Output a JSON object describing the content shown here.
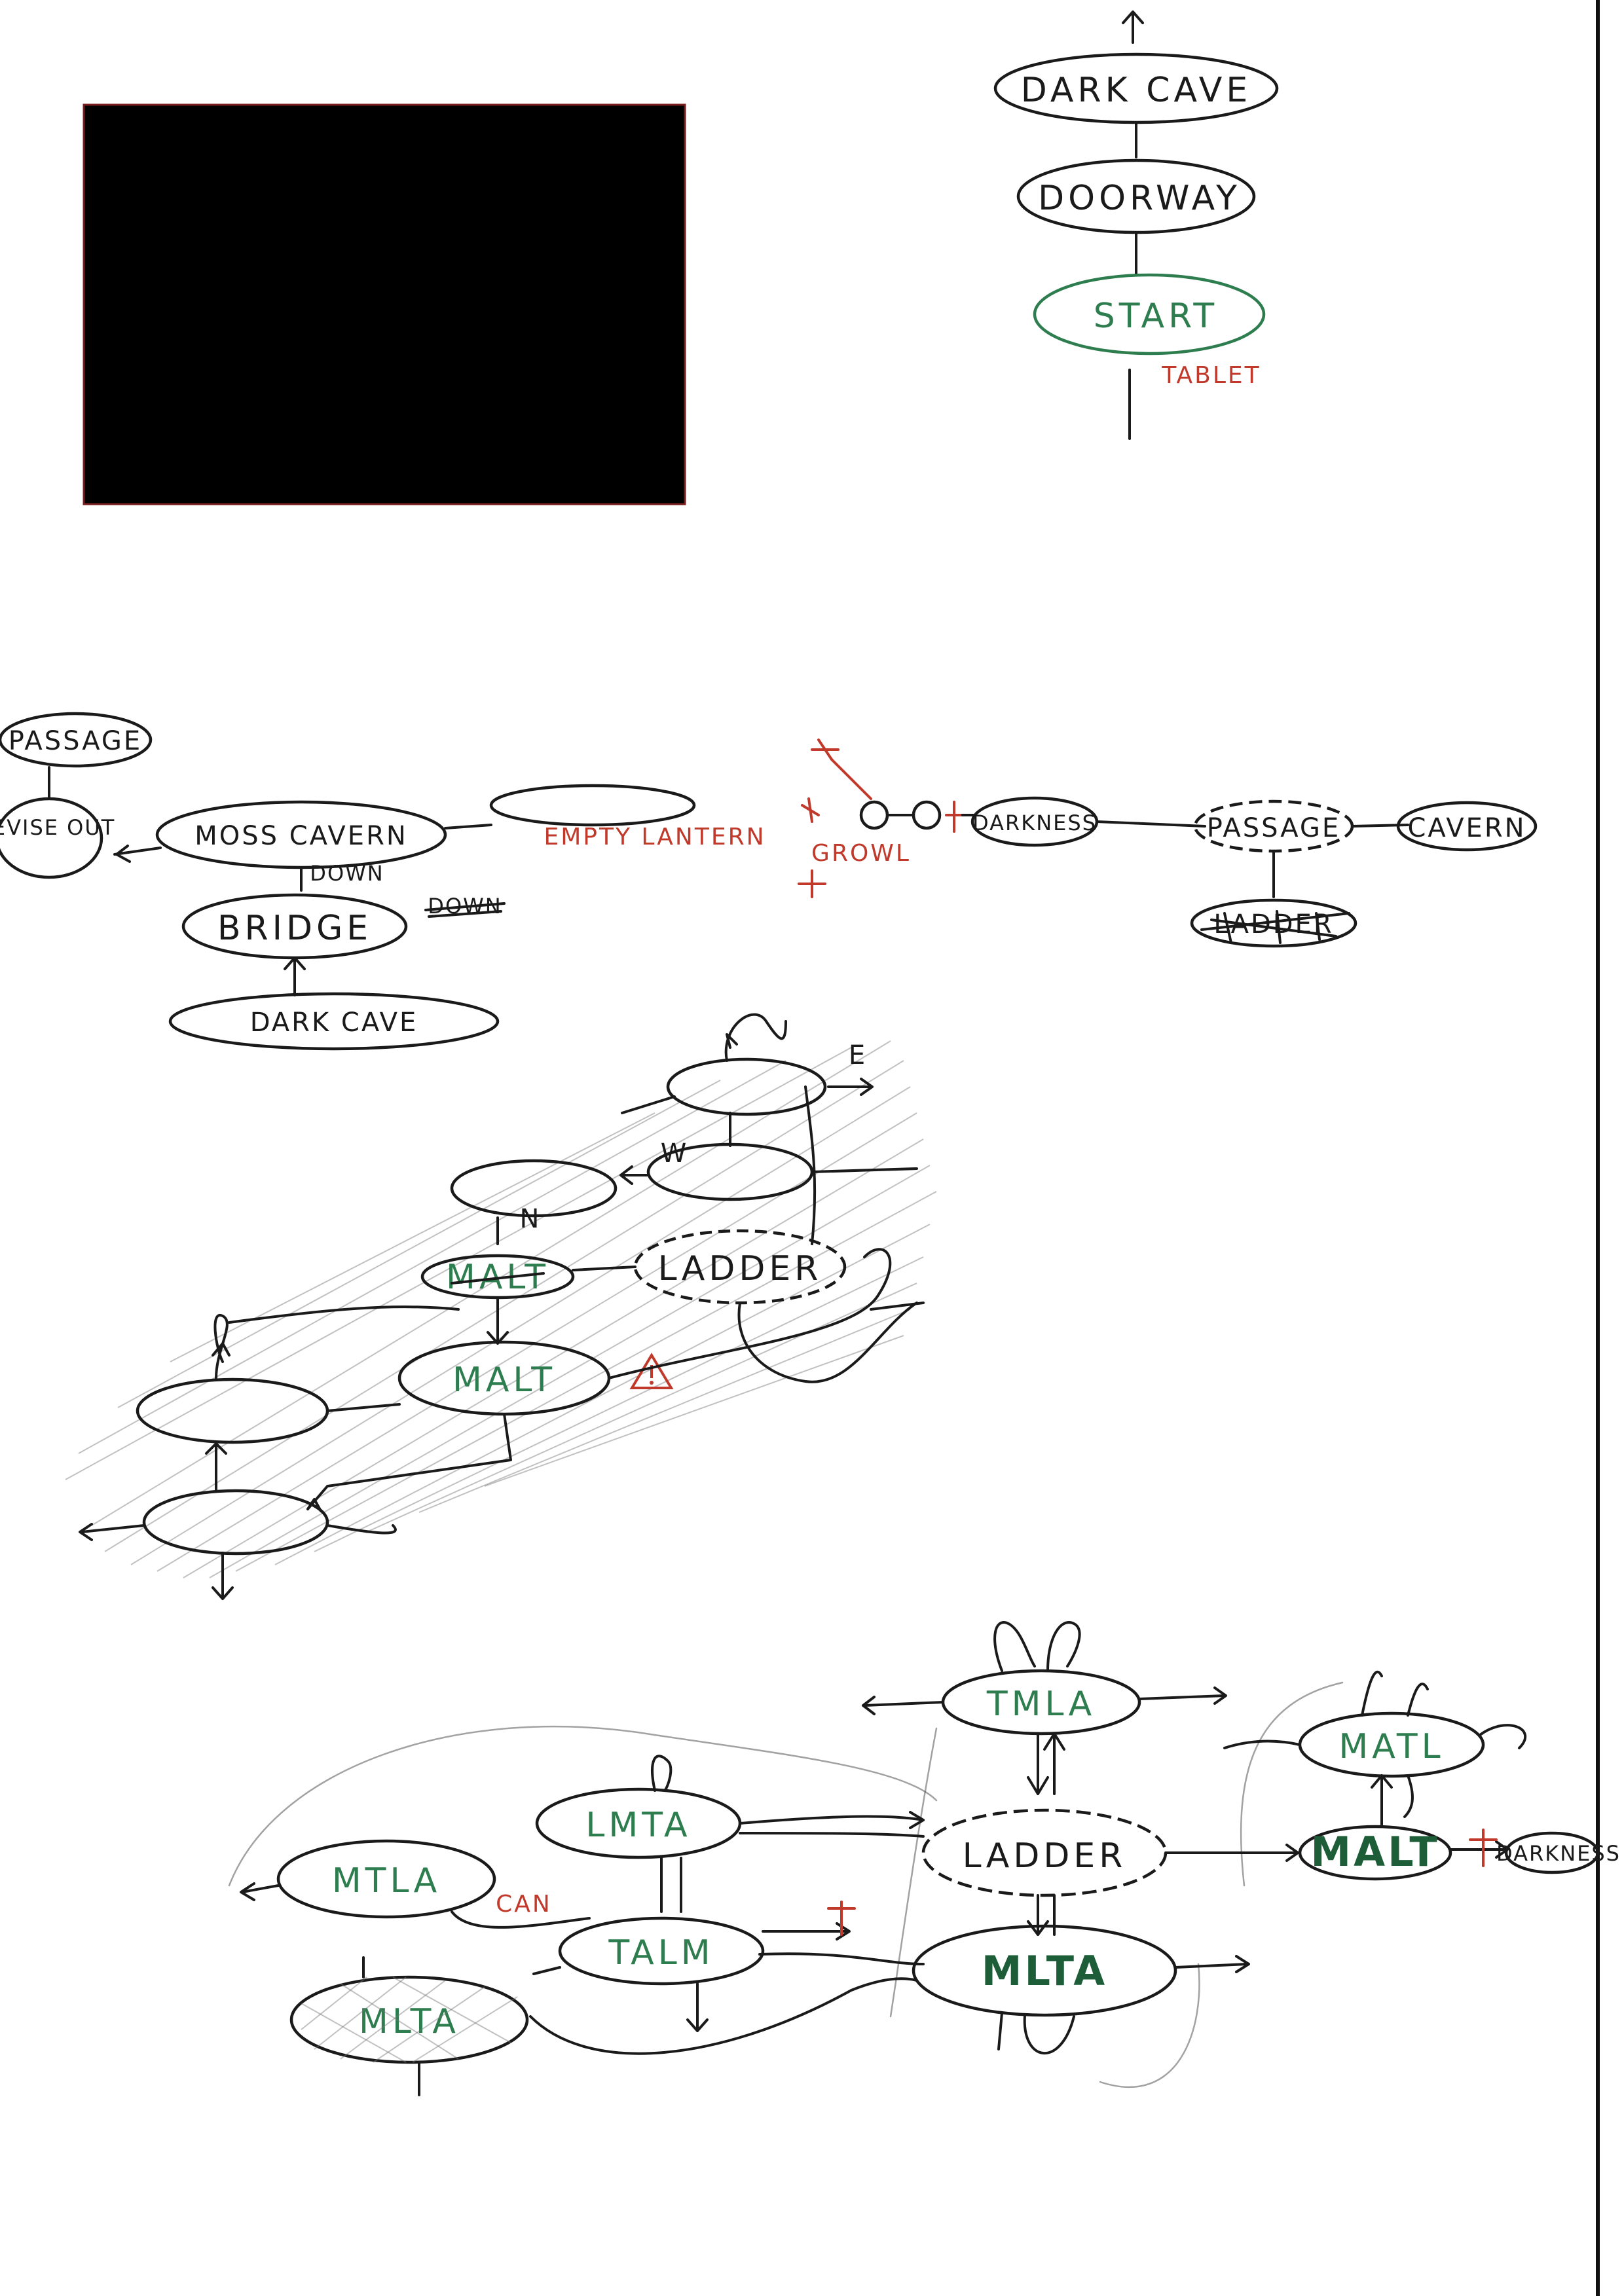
{
  "sheet": {
    "redaction_box": "redacted",
    "colors": {
      "ink": "#1a1a1a",
      "green": "#2e7d4f",
      "red": "#c0392b"
    }
  },
  "map1": {
    "dark_cave": "DARK CAVE",
    "doorway": "DOORWAY",
    "start": "START",
    "tablet": "TABLET"
  },
  "map2": {
    "passage_left": "PASSAGE",
    "revise_out": "REVISE OUT",
    "moss_cavern": "MOSS CAVERN",
    "down": "DOWN",
    "down_struck": "DOWN",
    "bridge": "BRIDGE",
    "dark_cave": "DARK CAVE",
    "empty_lantern": "EMPTY LANTERN",
    "growl": "GROWL",
    "darkness": "DARKNESS",
    "passage_right": "PASSAGE",
    "cavern": "CAVERN",
    "ladder_struck": "LADDER"
  },
  "map3": {
    "e": "E",
    "w": "W",
    "n": "N",
    "ladder": "LADDER",
    "malt_struck": "MALT",
    "malt": "MALT",
    "warning_icon": "warning-triangle"
  },
  "map4": {
    "tmla": "TMLA",
    "matl": "MATL",
    "lmta": "LMTA",
    "ladder": "LADDER",
    "malt": "MALT",
    "darkness": "DARKNESS",
    "mtla": "MTLA",
    "can": "CAN",
    "talm": "TALM",
    "mlta_center": "MLTA",
    "mlta_left": "MLTA"
  }
}
